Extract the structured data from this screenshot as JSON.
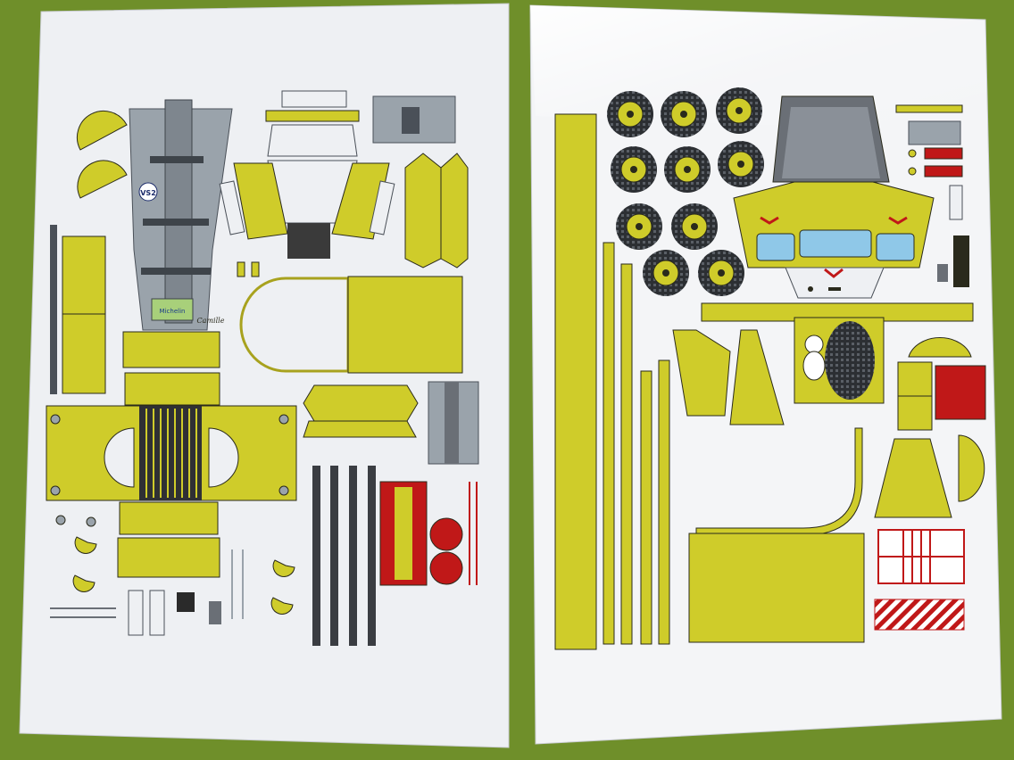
{
  "colors": {
    "table_green": "#6f8f2a",
    "card_white": "#f4f5f7",
    "part_yellow": "#cfcc2a",
    "outline": "#2a2a1c",
    "grey_part": "#9aa3ab",
    "dark_grey": "#4a5058",
    "red_part": "#c01818",
    "glass_blue": "#8fc8e8"
  },
  "left_sheet": {
    "badge_text": "VS2",
    "name_text": "Camille",
    "plate_text": "Michelin"
  },
  "right_sheet": {
    "wheel_count": 10,
    "hazard_stripes": "red-white"
  }
}
